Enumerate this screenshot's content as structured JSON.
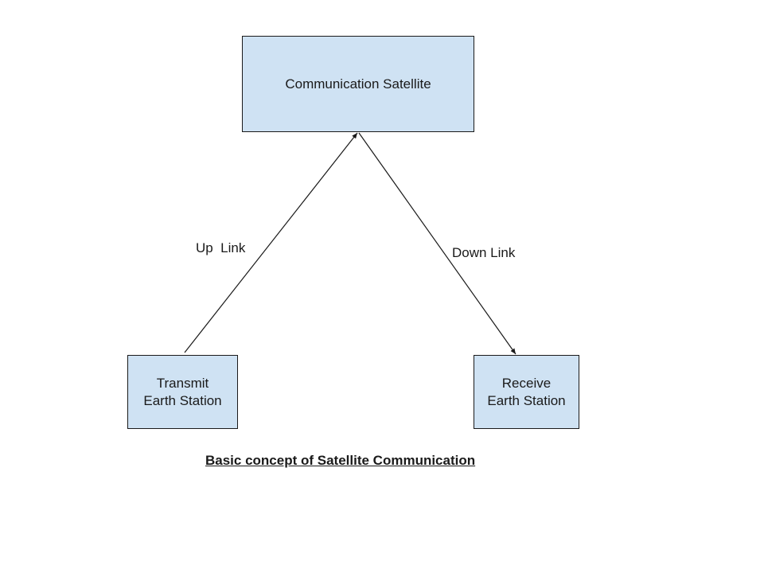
{
  "diagram": {
    "nodes": {
      "satellite": {
        "label": "Communication Satellite"
      },
      "transmit": {
        "lines": [
          "Transmit",
          "Earth Station"
        ]
      },
      "receive": {
        "lines": [
          "Receive",
          "Earth Station"
        ]
      }
    },
    "edges": {
      "uplink": {
        "label": "Up  Link",
        "from": "transmit",
        "to": "satellite"
      },
      "downlink": {
        "label": "Down Link",
        "from": "satellite",
        "to": "receive"
      }
    },
    "caption": "Basic concept of Satellite Communication",
    "colors": {
      "box_fill": "#cfe2f3",
      "stroke": "#1a1a1a",
      "text": "#1a1a1a"
    }
  }
}
